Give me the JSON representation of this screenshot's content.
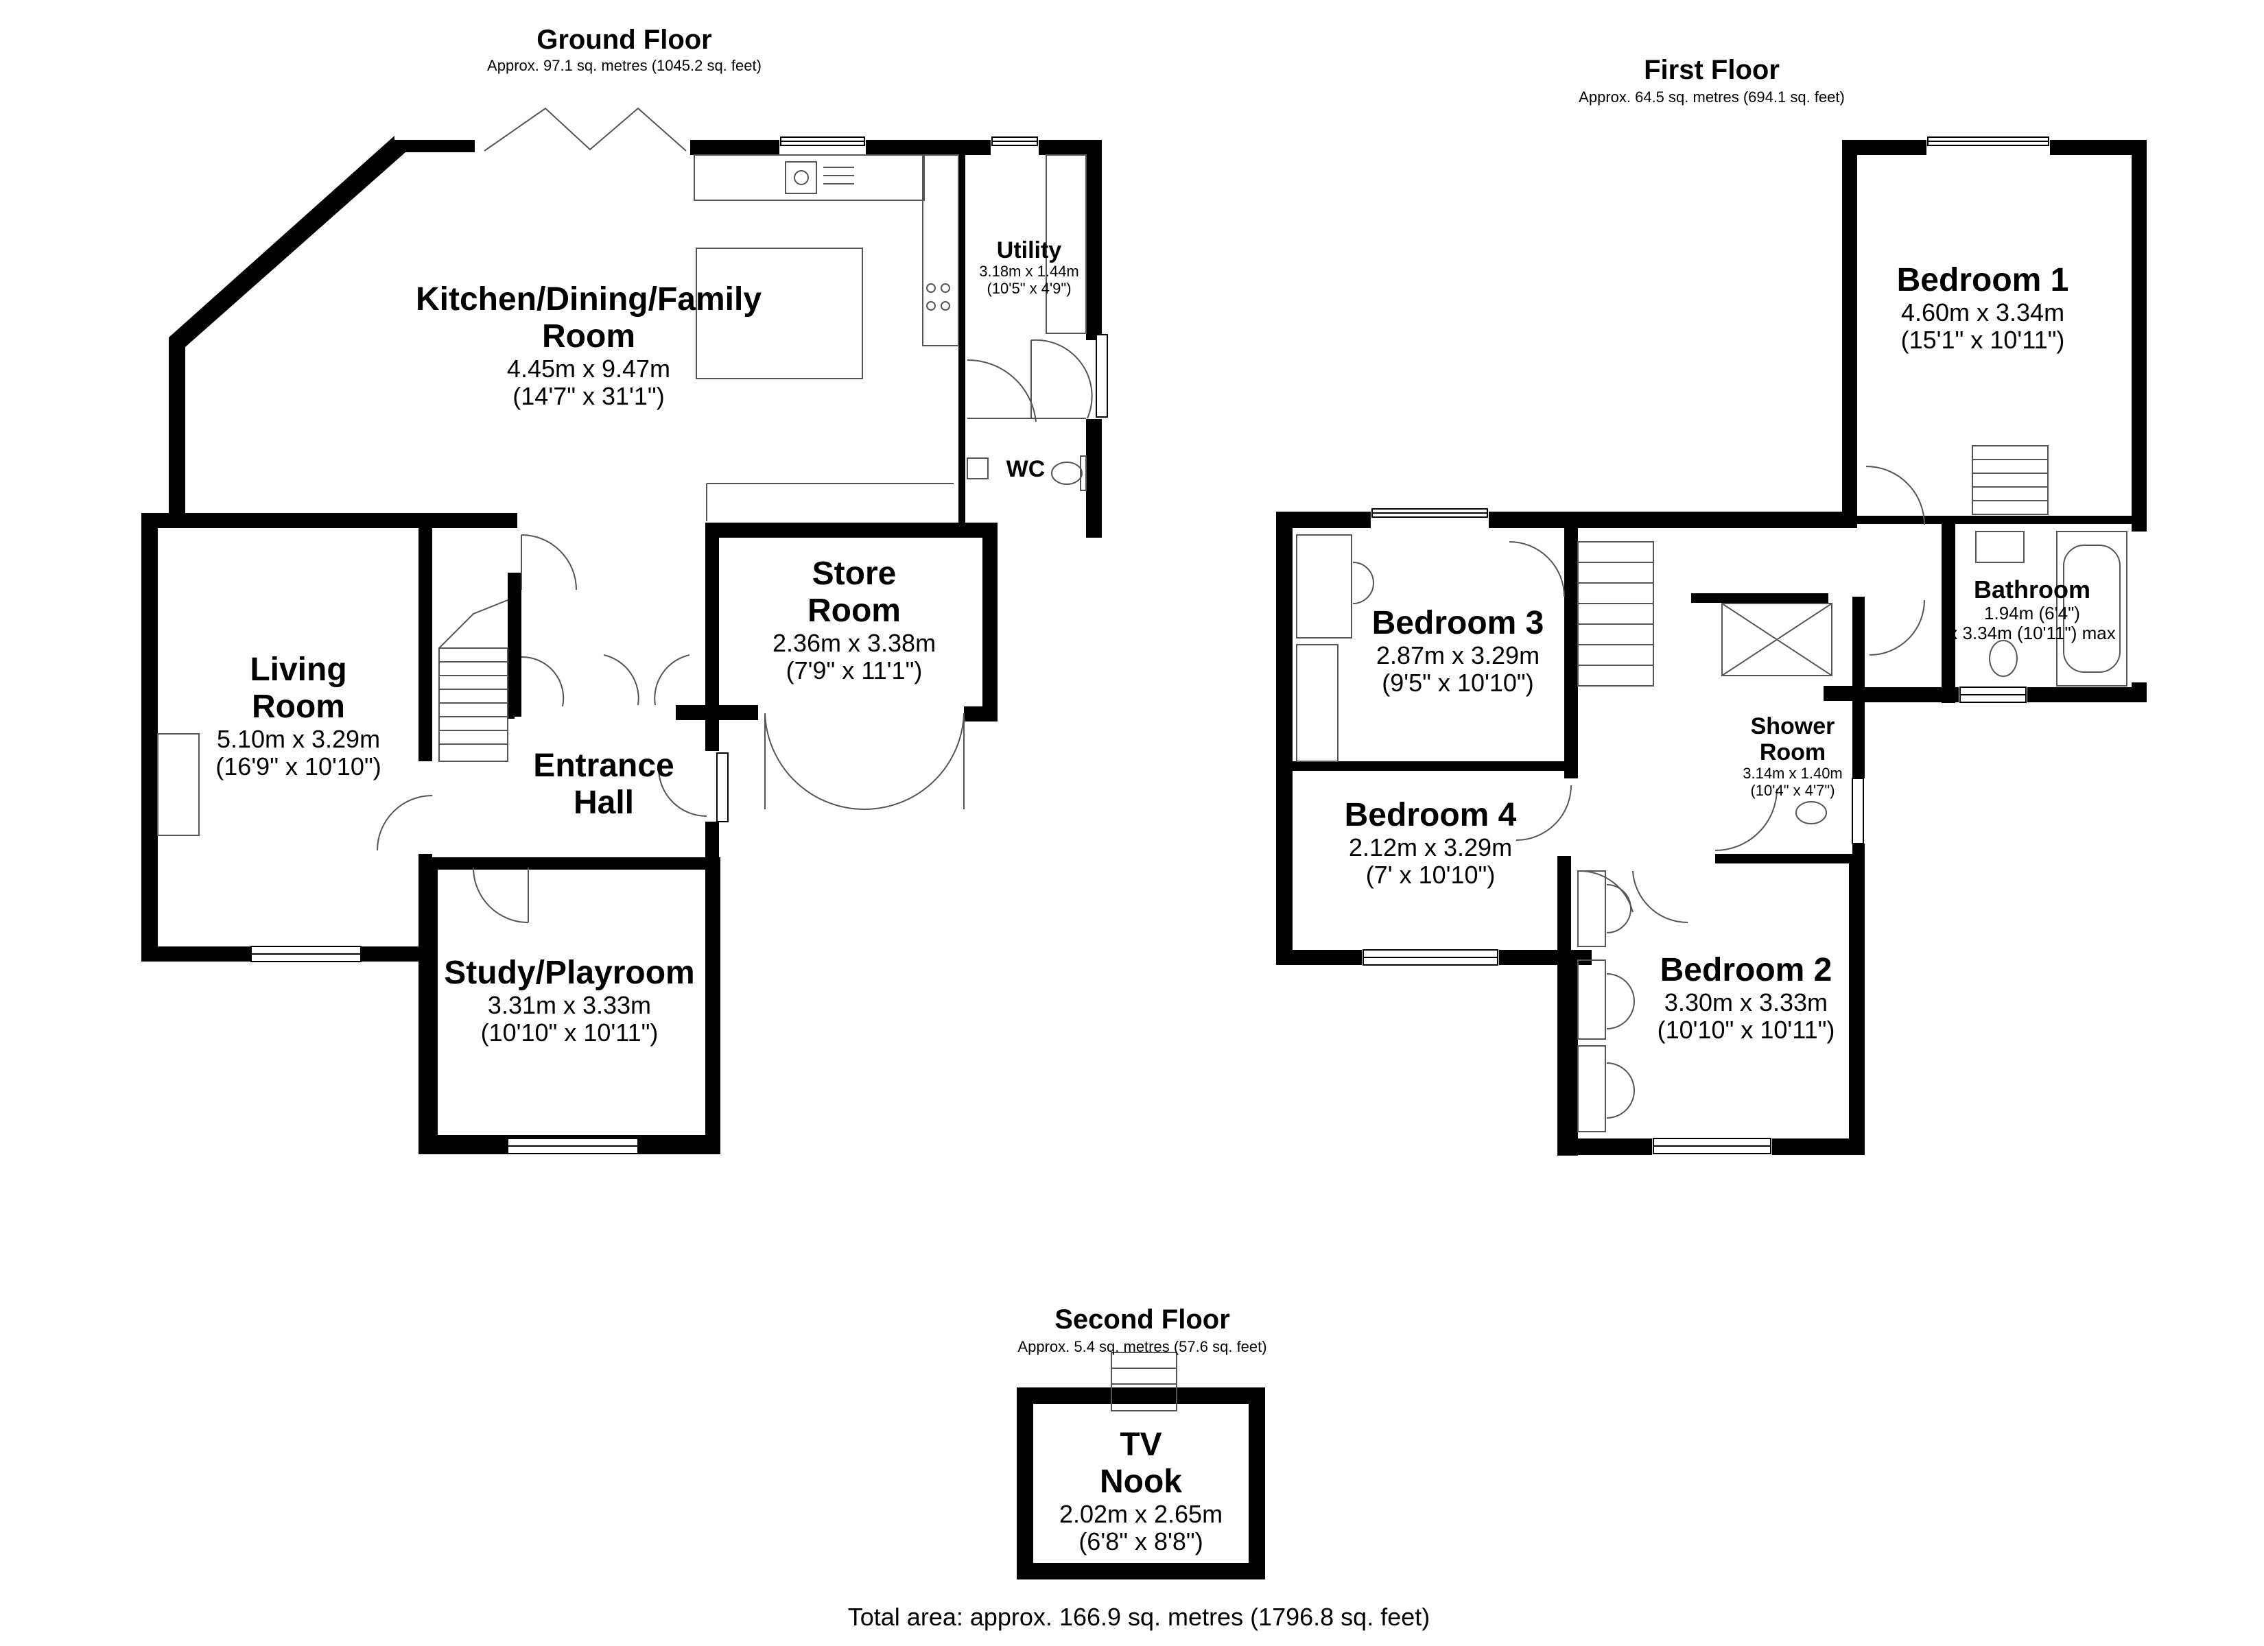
{
  "floors": {
    "ground": {
      "title": "Ground Floor",
      "area": "Approx. 97.1 sq. metres (1045.2 sq. feet)"
    },
    "first": {
      "title": "First Floor",
      "area": "Approx. 64.5 sq. metres (694.1 sq. feet)"
    },
    "second": {
      "title": "Second Floor",
      "area": "Approx. 5.4 sq. metres (57.6 sq. feet)"
    }
  },
  "rooms": {
    "kitchen": {
      "name1": "Kitchen/Dining/Family",
      "name2": "Room",
      "metric": "4.45m x 9.47m",
      "imperial": "(14'7\" x 31'1\")"
    },
    "utility": {
      "name": "Utility",
      "metric": "3.18m x 1.44m",
      "imperial": "(10'5\" x 4'9\")"
    },
    "wc": {
      "name": "WC"
    },
    "living": {
      "name1": "Living",
      "name2": "Room",
      "metric": "5.10m x 3.29m",
      "imperial": "(16'9\" x 10'10\")"
    },
    "store": {
      "name1": "Store",
      "name2": "Room",
      "metric": "2.36m x 3.38m",
      "imperial": "(7'9\" x 11'1\")"
    },
    "hall": {
      "name1": "Entrance",
      "name2": "Hall"
    },
    "study": {
      "name": "Study/Playroom",
      "metric": "3.31m x 3.33m",
      "imperial": "(10'10\" x 10'11\")"
    },
    "bedroom1": {
      "name": "Bedroom 1",
      "metric": "4.60m x 3.34m",
      "imperial": "(15'1\" x 10'11\")"
    },
    "bedroom3": {
      "name": "Bedroom 3",
      "metric": "2.87m x 3.29m",
      "imperial": "(9'5\" x 10'10\")"
    },
    "bathroom": {
      "name": "Bathroom",
      "metric": "1.94m (6'4\")",
      "imperial": "x 3.34m (10'11\") max"
    },
    "shower": {
      "name1": "Shower",
      "name2": "Room",
      "metric": "3.14m x 1.40m",
      "imperial": "(10'4\" x 4'7\")"
    },
    "bedroom4": {
      "name": "Bedroom 4",
      "metric": "2.12m x 3.29m",
      "imperial": "(7' x 10'10\")"
    },
    "bedroom2": {
      "name": "Bedroom 2",
      "metric": "3.30m x 3.33m",
      "imperial": "(10'10\" x 10'11\")"
    },
    "tvnook": {
      "name1": "TV",
      "name2": "Nook",
      "metric": "2.02m x 2.65m",
      "imperial": "(6'8\" x 8'8\")"
    }
  },
  "total_area": "Total area: approx. 166.9 sq. metres (1796.8 sq. feet)",
  "colors": {
    "wall": "#000000",
    "fixture": "#555555",
    "background": "#ffffff"
  }
}
